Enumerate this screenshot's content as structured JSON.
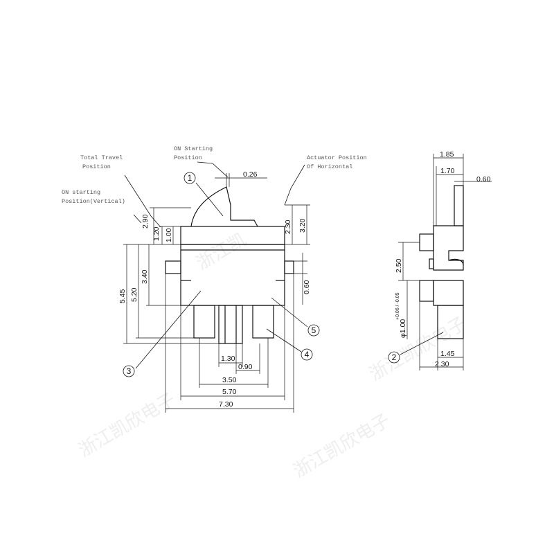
{
  "notes": {
    "total_travel": [
      "Total Travel",
      "Position"
    ],
    "on_start_horiz": [
      "ON Starting",
      "Position"
    ],
    "on_start_vert": [
      "ON starting",
      "Position(Vertical)"
    ],
    "actuator_pos": [
      "Actuator Position",
      "Of Horizontal"
    ]
  },
  "dims": {
    "d026": "0.26",
    "d290": "2.90",
    "d120": "1.20",
    "d100": "1.00",
    "d230": "2.30",
    "d320": "3.20",
    "d545": "5.45",
    "d520": "5.20",
    "d340": "3.40",
    "d060": "0.60",
    "d130": "1.30",
    "d090": "0.90",
    "d350": "3.50",
    "d570": "5.70",
    "d730": "7.30",
    "d185": "1.85",
    "d170": "1.70",
    "d060b": "0.60",
    "d250": "2.50",
    "d100dia": "φ1.00",
    "d100tol": "+0.06 / -0.05",
    "d145": "1.45",
    "d230b": "2.30"
  },
  "callouts": [
    "1",
    "2",
    "3",
    "4",
    "5"
  ],
  "watermark": [
    "浙江凯",
    "浙江凯欣电子"
  ]
}
